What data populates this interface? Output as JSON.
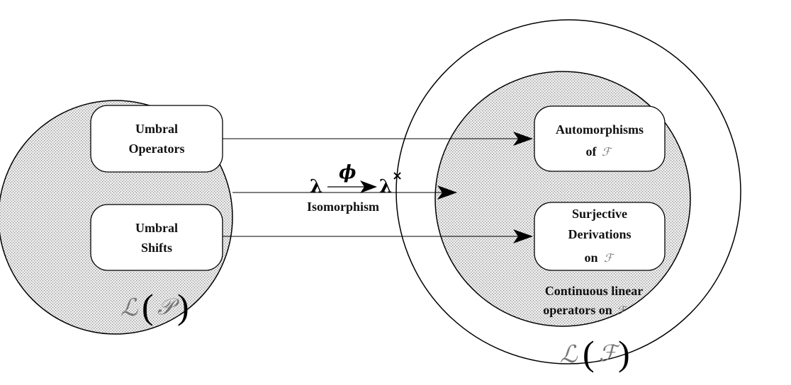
{
  "left_set": {
    "script_symbol": "ℒ",
    "inner_symbol": "𝒫",
    "boxes": [
      {
        "line1": "Umbral",
        "line2": "Operators"
      },
      {
        "line1": "Umbral",
        "line2": "Shifts"
      }
    ]
  },
  "map": {
    "domain": "λ",
    "function": "ϕ",
    "codomain": "λ",
    "superscript": "×",
    "caption": "Isomorphism"
  },
  "right_set": {
    "outer_script_symbol": "ℒ",
    "outer_inner_symbol": "ℱ",
    "boxes": [
      {
        "line1": "Automorphisms",
        "line2": "of",
        "symbol": "ℱ"
      },
      {
        "line1": "Surjective",
        "line2": "Derivations",
        "line3": "on",
        "symbol": "ℱ"
      }
    ],
    "caption_line1": "Continuous linear",
    "caption_line2": "operators on",
    "caption_symbol": "ℱ"
  },
  "colors": {
    "dot_fill": "#d6d6d6",
    "stroke": "#000000"
  }
}
